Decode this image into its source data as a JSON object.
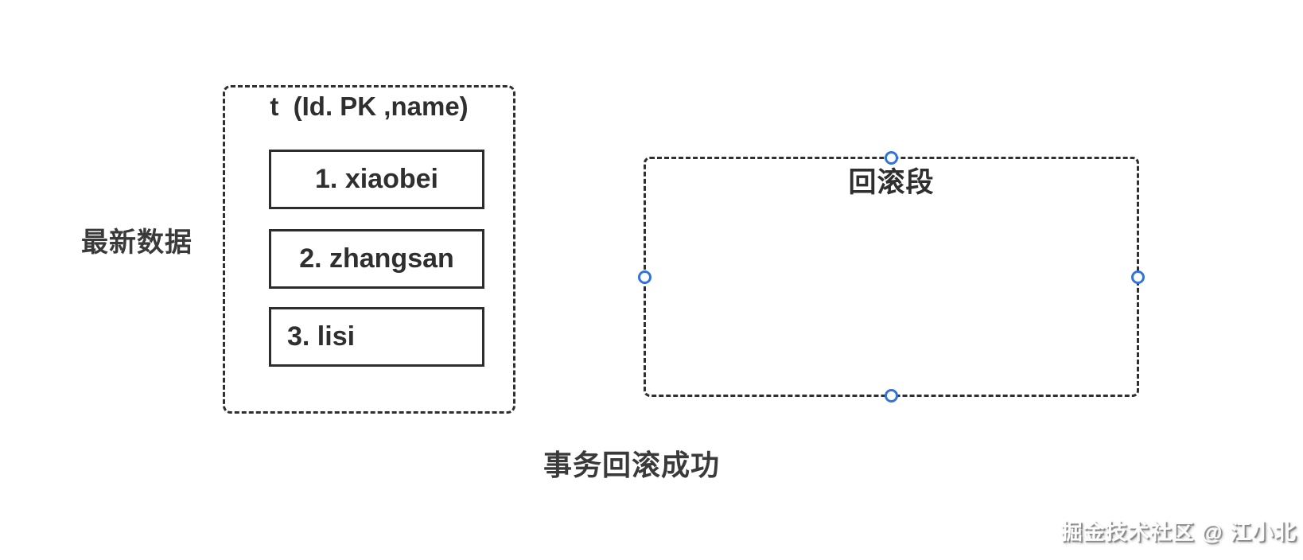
{
  "colors": {
    "line": "#2f2f2f",
    "text": "#333333",
    "handle_stroke": "#3274d9",
    "handle_fill": "#ffffff",
    "background": "#ffffff"
  },
  "left_label": "最新数据",
  "table_box": {
    "title": "t  (Id. PK ,name)",
    "records": [
      {
        "label": "1. xiaobei"
      },
      {
        "label": "2. zhangsan"
      },
      {
        "label": "3. lisi"
      }
    ]
  },
  "rollback_box": {
    "title": "回滚段",
    "handles": [
      "top",
      "right",
      "bottom",
      "left"
    ]
  },
  "caption": "事务回滚成功",
  "watermark": "掘金技术社区 @ 江小北"
}
